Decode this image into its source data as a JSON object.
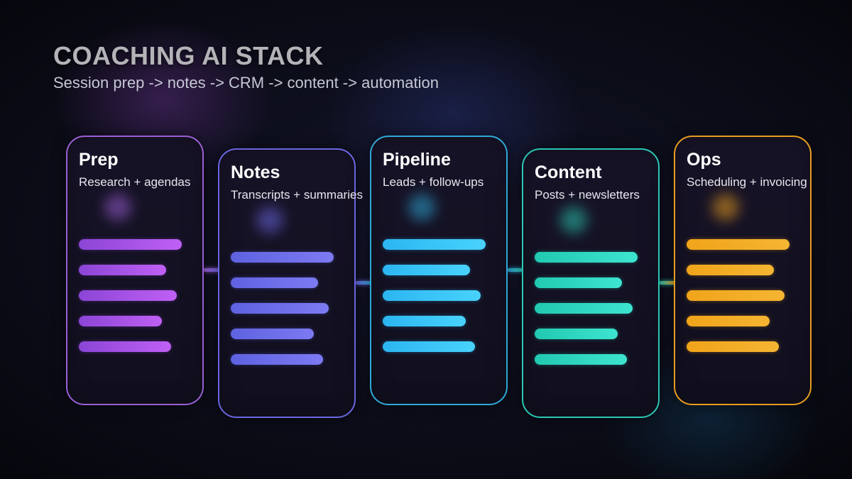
{
  "header": {
    "title": "COACHING AI STACK",
    "subtitle": "Session prep -> notes -> CRM -> content -> automation"
  },
  "stages": [
    {
      "title": "Prep",
      "description": "Research + agendas",
      "accent_color": "#9a5fd4",
      "bar_colors": [
        "#8b45d6",
        "#c060f5"
      ],
      "bar_levels": [
        0.98,
        0.83,
        0.93,
        0.79,
        0.88
      ]
    },
    {
      "title": "Notes",
      "description": "Transcripts + summaries",
      "accent_color": "#6a66e0",
      "bar_colors": [
        "#5e62e0",
        "#7d7af2"
      ],
      "bar_levels": [
        0.98,
        0.83,
        0.93,
        0.79,
        0.88
      ]
    },
    {
      "title": "Pipeline",
      "description": "Leads + follow-ups",
      "accent_color": "#2fa8d8",
      "bar_colors": [
        "#2cb6f2",
        "#48d2fb"
      ],
      "bar_levels": [
        0.98,
        0.83,
        0.93,
        0.79,
        0.88
      ]
    },
    {
      "title": "Content",
      "description": "Posts + newsletters",
      "accent_color": "#2bc7b3",
      "bar_colors": [
        "#22c9b1",
        "#3de4cf"
      ],
      "bar_levels": [
        0.98,
        0.83,
        0.93,
        0.79,
        0.88
      ]
    },
    {
      "title": "Ops",
      "description": "Scheduling + invoicing",
      "accent_color": "#e89c20",
      "bar_colors": [
        "#f0a41a",
        "#f5b532"
      ],
      "bar_levels": [
        0.98,
        0.83,
        0.93,
        0.79,
        0.88
      ]
    }
  ]
}
